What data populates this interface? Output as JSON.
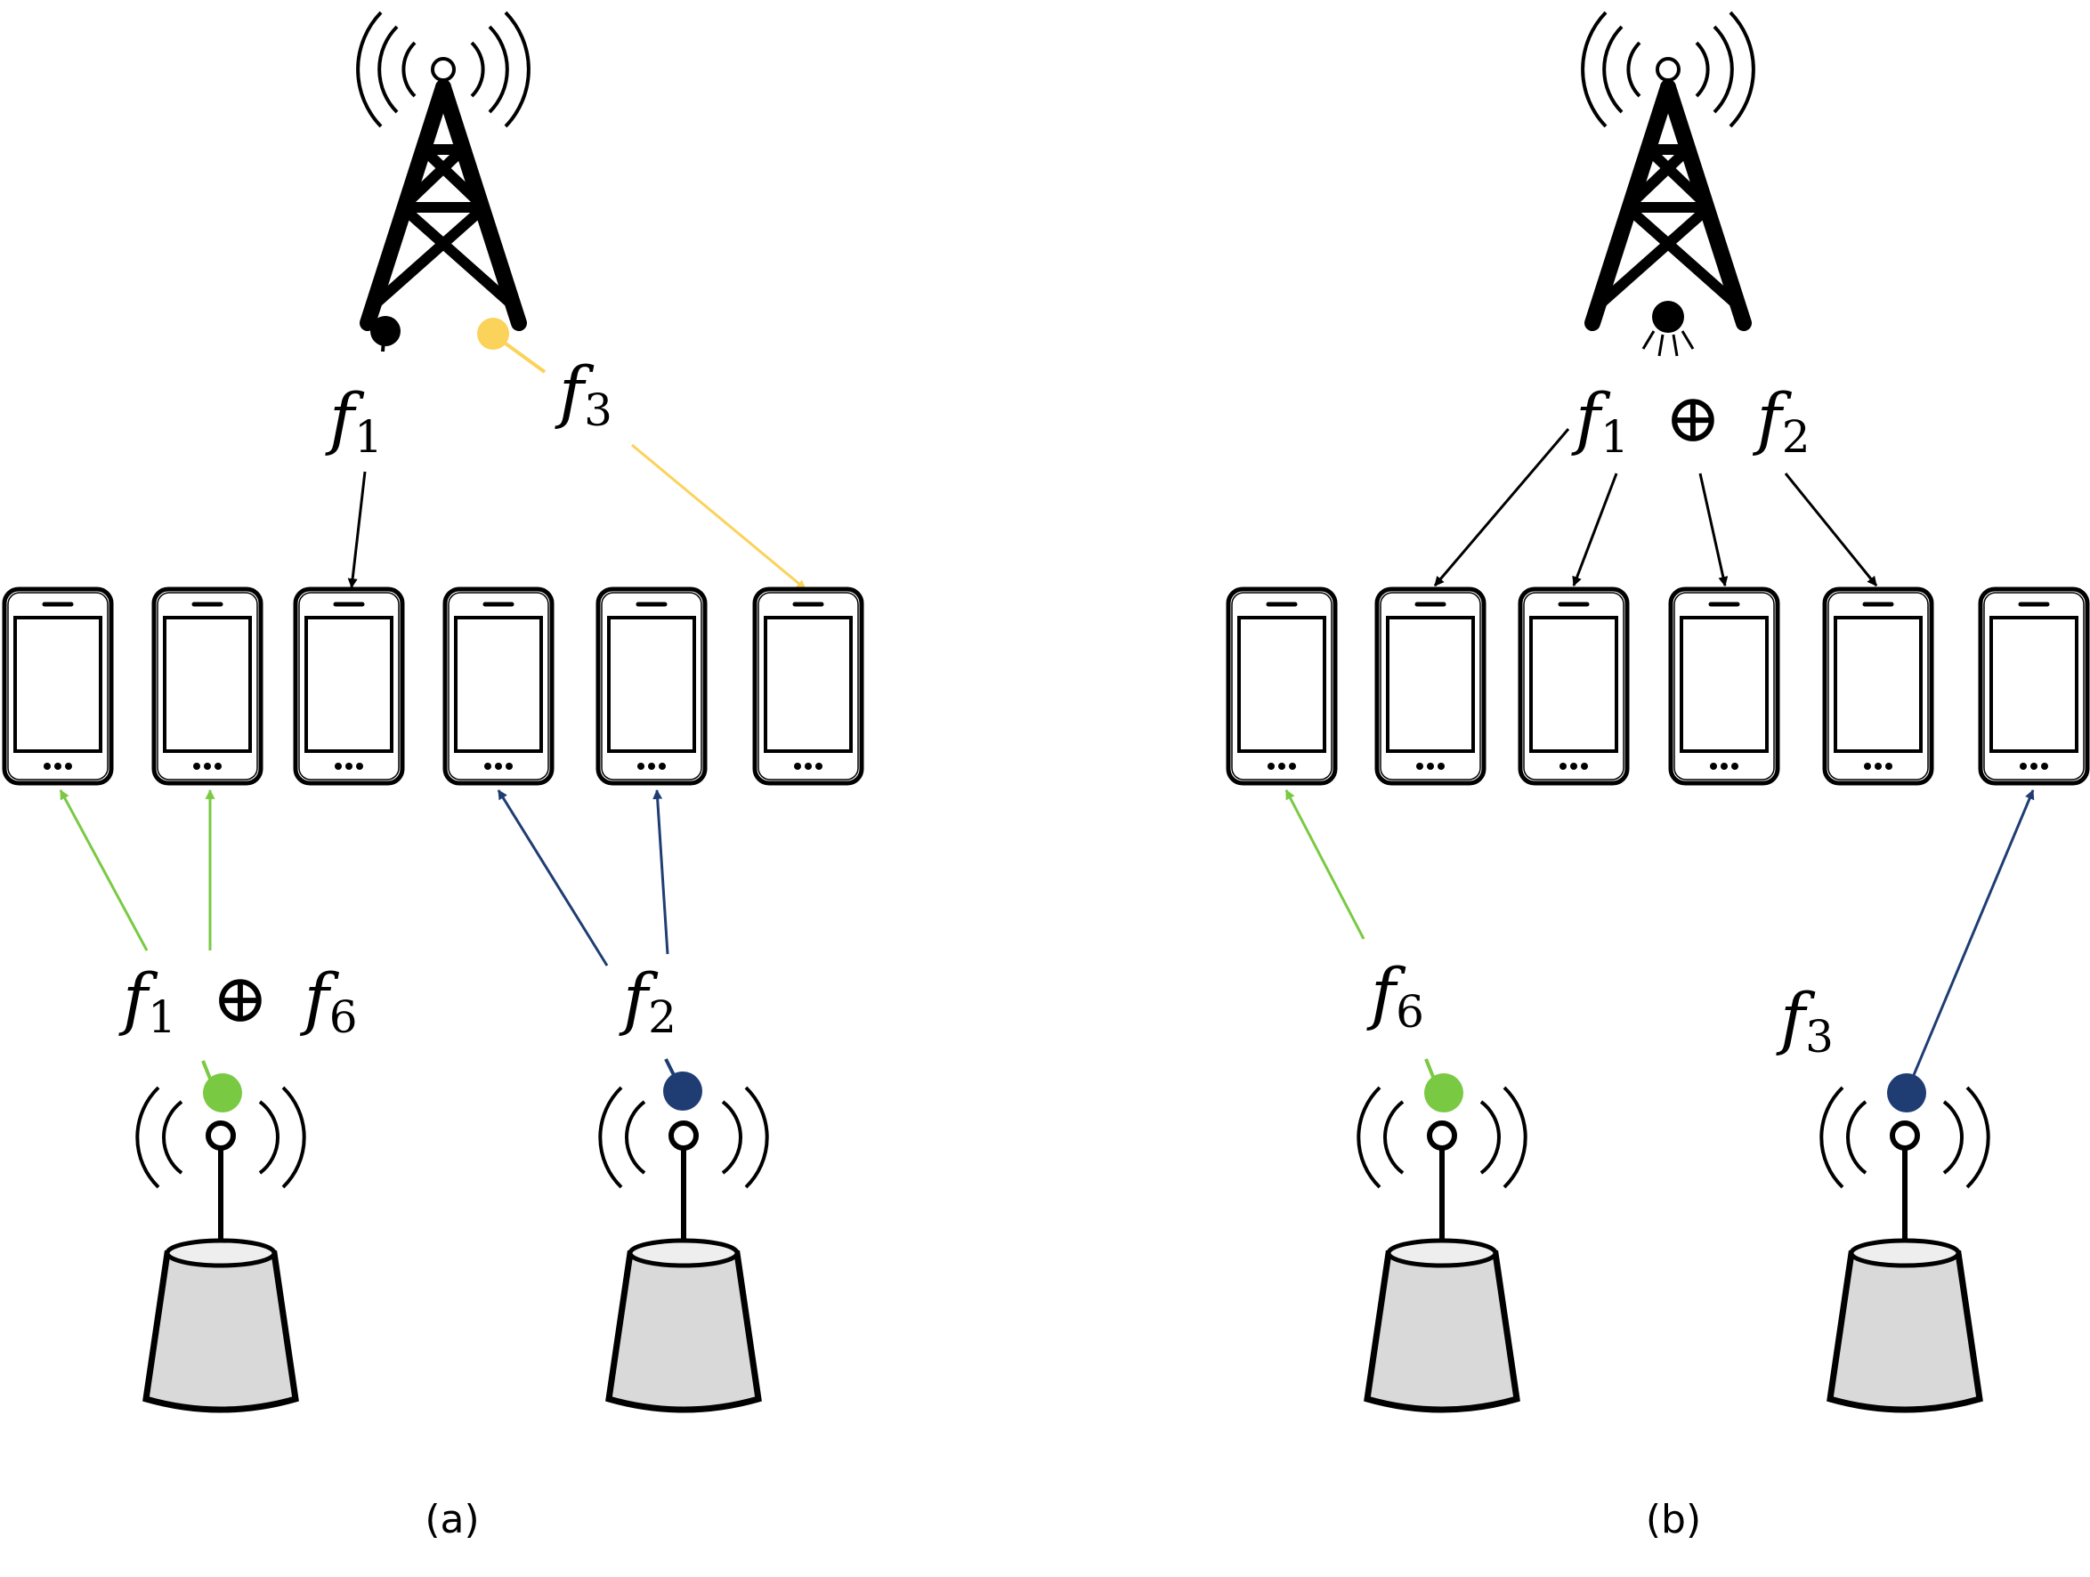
{
  "colors": {
    "ink": "#000000",
    "green": "#7ac943",
    "blue": "#1f3d73",
    "yellow": "#fbd25a",
    "gray": "#d9d9d9"
  },
  "panels": [
    {
      "id": "a",
      "caption": "(a)",
      "tower": {
        "dots": [
          {
            "color": "ink"
          },
          {
            "color": "yellow"
          }
        ]
      },
      "labels": [
        {
          "name": "label-f1",
          "base": "f",
          "sub": "1"
        },
        {
          "name": "label-f3",
          "base": "f",
          "sub": "3"
        },
        {
          "name": "label-f1-xor-f6",
          "parts": [
            {
              "base": "f",
              "sub": "1"
            },
            {
              "op": "⊕"
            },
            {
              "base": "f",
              "sub": "6"
            }
          ]
        },
        {
          "name": "label-f2",
          "base": "f",
          "sub": "2"
        }
      ],
      "phones": 6,
      "small_cells": [
        {
          "dot": "green"
        },
        {
          "dot": "blue"
        }
      ]
    },
    {
      "id": "b",
      "caption": "(b)",
      "tower": {
        "dots": [
          {
            "color": "ink"
          }
        ]
      },
      "labels": [
        {
          "name": "label-f1-xor-f2",
          "parts": [
            {
              "base": "f",
              "sub": "1"
            },
            {
              "op": "⊕"
            },
            {
              "base": "f",
              "sub": "2"
            }
          ]
        },
        {
          "name": "label-f6",
          "base": "f",
          "sub": "6"
        },
        {
          "name": "label-f3",
          "base": "f",
          "sub": "3"
        }
      ],
      "phones": 6,
      "small_cells": [
        {
          "dot": "green"
        },
        {
          "dot": "blue"
        }
      ]
    }
  ]
}
